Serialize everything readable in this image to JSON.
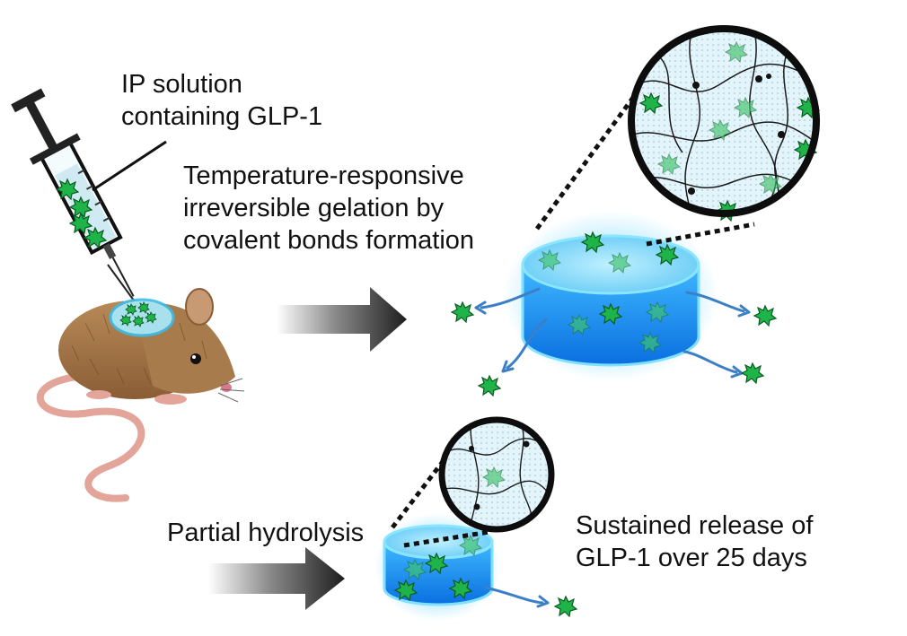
{
  "labels": {
    "ip_solution": [
      "IP solution",
      "containing GLP-1"
    ],
    "gelation": [
      "Temperature-responsive",
      "irreversible gelation by",
      "covalent bonds formation"
    ],
    "hydrolysis": "Partial hydrolysis",
    "release": [
      "Sustained release of",
      "GLP-1 over 25 days"
    ]
  },
  "colors": {
    "gel_blue": "#1e90ff",
    "gel_light": "#7fd3ff",
    "drug_green": "#22b14c",
    "arrow_gray": "#2b2b2b",
    "release_arrow": "#3d7fc4",
    "mouse_brown": "#a0764a",
    "mouse_pink": "#e3a49a"
  },
  "icons": [
    "syringe-icon",
    "mouse-icon",
    "hydrogel-disc-icon",
    "polymer-network-icon",
    "glp1-molecule-icon",
    "process-arrow-icon"
  ]
}
